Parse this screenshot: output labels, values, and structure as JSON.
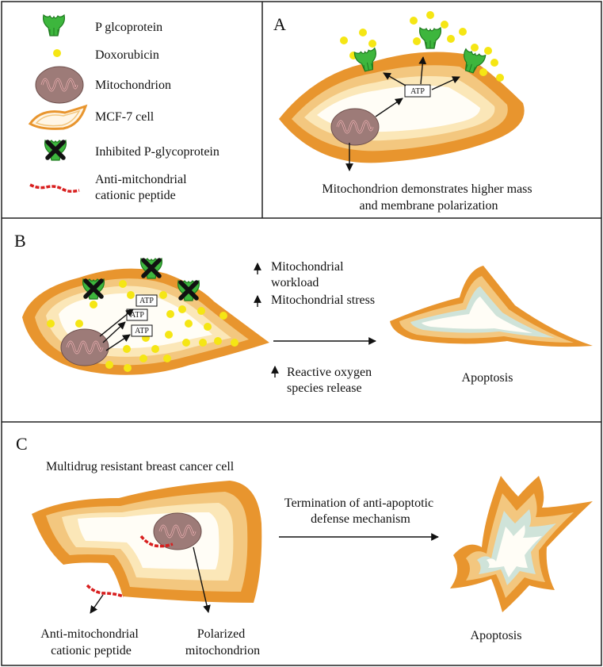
{
  "legend": {
    "items": [
      {
        "icon": "p-glycoprotein-icon",
        "label": "P glcoprotein"
      },
      {
        "icon": "doxorubicin-icon",
        "label": "Doxorubicin"
      },
      {
        "icon": "mitochondrion-icon",
        "label": "Mitochondrion"
      },
      {
        "icon": "mcf7-cell-icon",
        "label": "MCF-7 cell"
      },
      {
        "icon": "inhibited-p-glycoprotein-icon",
        "label": "Inhibited P-glycoprotein"
      },
      {
        "icon": "peptide-icon",
        "label": [
          "Anti-mitchondrial",
          "cationic peptide"
        ]
      }
    ]
  },
  "panel_a": {
    "letter": "A",
    "atp": "ATP",
    "caption": [
      "Mitochondrion demonstrates higher mass",
      "and membrane polarization"
    ]
  },
  "panel_b": {
    "letter": "B",
    "atp": "ATP",
    "effects": [
      [
        "Mitochondrial",
        "workload"
      ],
      [
        "Mitochondrial stress"
      ],
      [
        "Reactive oxygen",
        "species release"
      ]
    ],
    "outcome": "Apoptosis"
  },
  "panel_c": {
    "letter": "C",
    "title": "Multidrug resistant breast cancer cell",
    "arrow_label": [
      "Termination of anti-apoptotic",
      "defense mechanism"
    ],
    "peptide_label": [
      "Anti-mitochondrial",
      "cationic peptide"
    ],
    "mito_label": [
      "Polarized",
      "mitochondrion"
    ],
    "outcome": "Apoptosis"
  },
  "colors": {
    "pgp_green": "#3db63d",
    "pgp_dark": "#1e7a1e",
    "dox_yellow": "#f5e614",
    "mito_body": "#9d7b78",
    "mito_cristae": "#d9a5a5",
    "cell_outer": "#e8952e",
    "cell_mid": "#f3c77f",
    "cell_inner": "#fff6e6",
    "peptide_red": "#d81f1f"
  }
}
